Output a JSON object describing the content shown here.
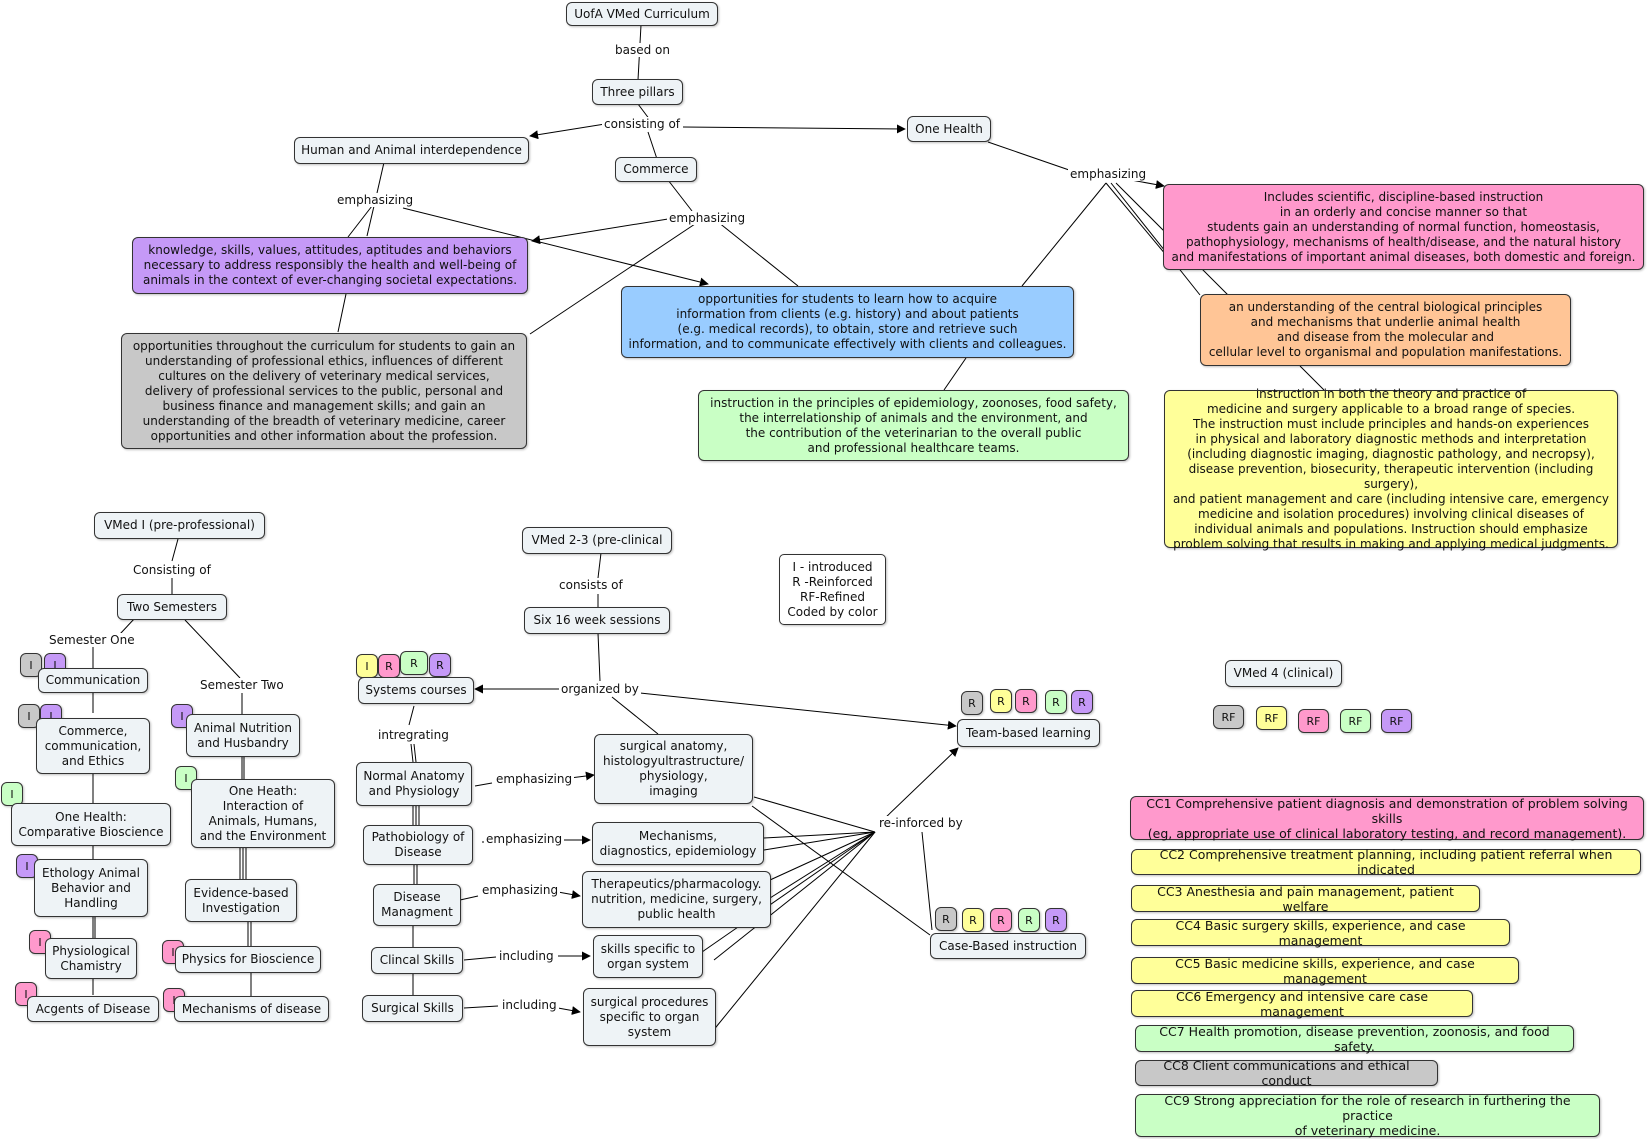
{
  "nodes": {
    "root": "UofA VMed Curriculum",
    "three_pillars": "Three pillars",
    "human_animal": "Human and Animal interdependence",
    "commerce": "Commerce",
    "one_health": "One Health",
    "ksa": "knowledge, skills, values, attitudes, aptitudes and behaviors\nnecessary to address responsibly the health and well-being of\nanimals in the context of ever-changing societal expectations.",
    "opportunities_curriculum": "opportunities throughout the curriculum for students to gain an\nunderstanding of professional ethics, influences of different\ncultures on the delivery of veterinary medical services,\ndelivery of professional services to the public, personal and\nbusiness finance and management skills; and gain an\nunderstanding of the breadth of veterinary medicine, career\nopportunities and other information about the profession.",
    "opportunities_clients": "opportunities for students to learn how to acquire\ninformation from clients (e.g. history) and about patients\n(e.g. medical records), to obtain, store and retrieve such\ninformation, and to communicate effectively with clients and colleagues.",
    "epidemiology": "instruction in the principles of epidemiology, zoonoses, food safety,\nthe interrelationship of animals and the environment, and\nthe contribution of the veterinarian to the overall public\nand professional healthcare teams.",
    "scientific": "Includes scientific, discipline-based instruction\nin an orderly and concise manner so that\nstudents gain an understanding of normal function, homeostasis,\npathophysiology, mechanisms of health/disease, and the natural history\nand manifestations of important animal diseases, both domestic and foreign.",
    "biological": "an understanding of the central biological principles\nand mechanisms that underlie animal health\nand disease from the molecular and\ncellular level to organismal and population manifestations.",
    "theory_practice": "instruction in both the theory and practice of\nmedicine and surgery applicable to a broad range of species.\nThe instruction must include principles and hands-on experiences\nin physical and laboratory diagnostic methods and interpretation\n(including diagnostic imaging, diagnostic pathology, and necropsy),\ndisease prevention, biosecurity, therapeutic intervention (including surgery),\nand patient management and care (including intensive care, emergency\nmedicine and isolation procedures) involving clinical diseases of\nindividual animals and populations. Instruction should emphasize\nproblem solving that results in making and applying medical judgments.",
    "vmed1": "VMed I (pre-professional)",
    "two_semesters": "Two Semesters",
    "communication": "Communication",
    "commerce_ethics": "Commerce,\ncommunication,\nand Ethics",
    "one_health_comp": "One Health:\nComparative Bioscience",
    "ethology": "Ethology Animal\nBehavior and\nHandling",
    "phys_chem": "Physiological\nChamistry",
    "agents": "Acgents of Disease",
    "nutrition": "Animal Nutrition\nand Husbandry",
    "one_heath_interaction": "One Heath:\nInteraction of\nAnimals, Humans,\nand the Environment",
    "evidence": "Evidence-based\nInvestigation",
    "physics": "Physics for Bioscience",
    "mechanisms_disease": "Mechanisms of disease",
    "vmed23": "VMed 2-3 (pre-clinical",
    "six_sessions": "Six 16 week sessions",
    "legend": "I - introduced\nR -Reinforced\nRF-Refined\nCoded by color",
    "systems_courses": "Systems courses",
    "normal_anatomy": "Normal Anatomy\nand Physiology",
    "pathobiology": "Pathobiology of\nDisease",
    "disease_mgmt": "Disease\nManagment",
    "clinical_skills": "Clincal Skills",
    "surgical_skills": "Surgical Skills",
    "surgical_anatomy": "surgical anatomy,\nhistologyultrastructure/\nphysiology,\nimaging",
    "mechanisms_diag": "Mechanisms,\ndiagnostics, epidemiology",
    "therapeutics": "Therapeutics/pharmacology.\nnutrition, medicine, surgery,\npublic health",
    "skills_organ": "skills specific to\norgan system",
    "surgical_procedures": "surgical procedures\nspecific to organ\nsystem",
    "team_based": "Team-based learning",
    "case_based": "Case-Based instruction",
    "vmed4": "VMed 4 (clinical)"
  },
  "link_labels": {
    "based_on": "based on",
    "consisting_of": "consisting of",
    "emphasizing_human": "emphasizing",
    "emphasizing_commerce": "emphasizing",
    "emphasizing_one_health": "emphasizing",
    "consisting_of_vmed1": "Consisting of",
    "semester_one": "Semester One",
    "semester_two": "Semester Two",
    "consists_of": "consists of",
    "organized_by": "organized by",
    "intregrating": "intregrating",
    "emphasizing_1": "emphasizing",
    "emphasizing_2": "emphasizing",
    "emphasizing_3": "emphasizing",
    "including_1": "including",
    "including_2": "including",
    "reinforced_by": "re-inforced by"
  },
  "tags": {
    "I": "I",
    "R": "R",
    "RF": "RF"
  },
  "competencies": {
    "cc1": "CC1 Comprehensive patient diagnosis and demonstration of problem solving skills\n(eg, appropriate use of clinical laboratory testing, and record management).",
    "cc2": "CC2 Comprehensive treatment planning, including patient referral when indicated",
    "cc3": "CC3 Anesthesia and pain management, patient welfare",
    "cc4": "CC4 Basic surgery skills, experience, and case management",
    "cc5": "CC5 Basic medicine skills, experience, and case management",
    "cc6": "CC6 Emergency and intensive care case management",
    "cc7": "CC7 Health promotion, disease prevention, zoonosis, and food safety.",
    "cc8": "CC8 Client communications and ethical conduct",
    "cc9": "CC9 Strong appreciation for the role of research in furthering the practice\nof veterinary medicine."
  },
  "colors": {
    "node_fill": "#eef3f6",
    "purple": "#c599f7",
    "gray": "#c8c8c8",
    "blue": "#99ccff",
    "green": "#c9ffc5",
    "pink": "#ff99cc",
    "orange": "#ffc596",
    "yellow": "#ffff99"
  }
}
